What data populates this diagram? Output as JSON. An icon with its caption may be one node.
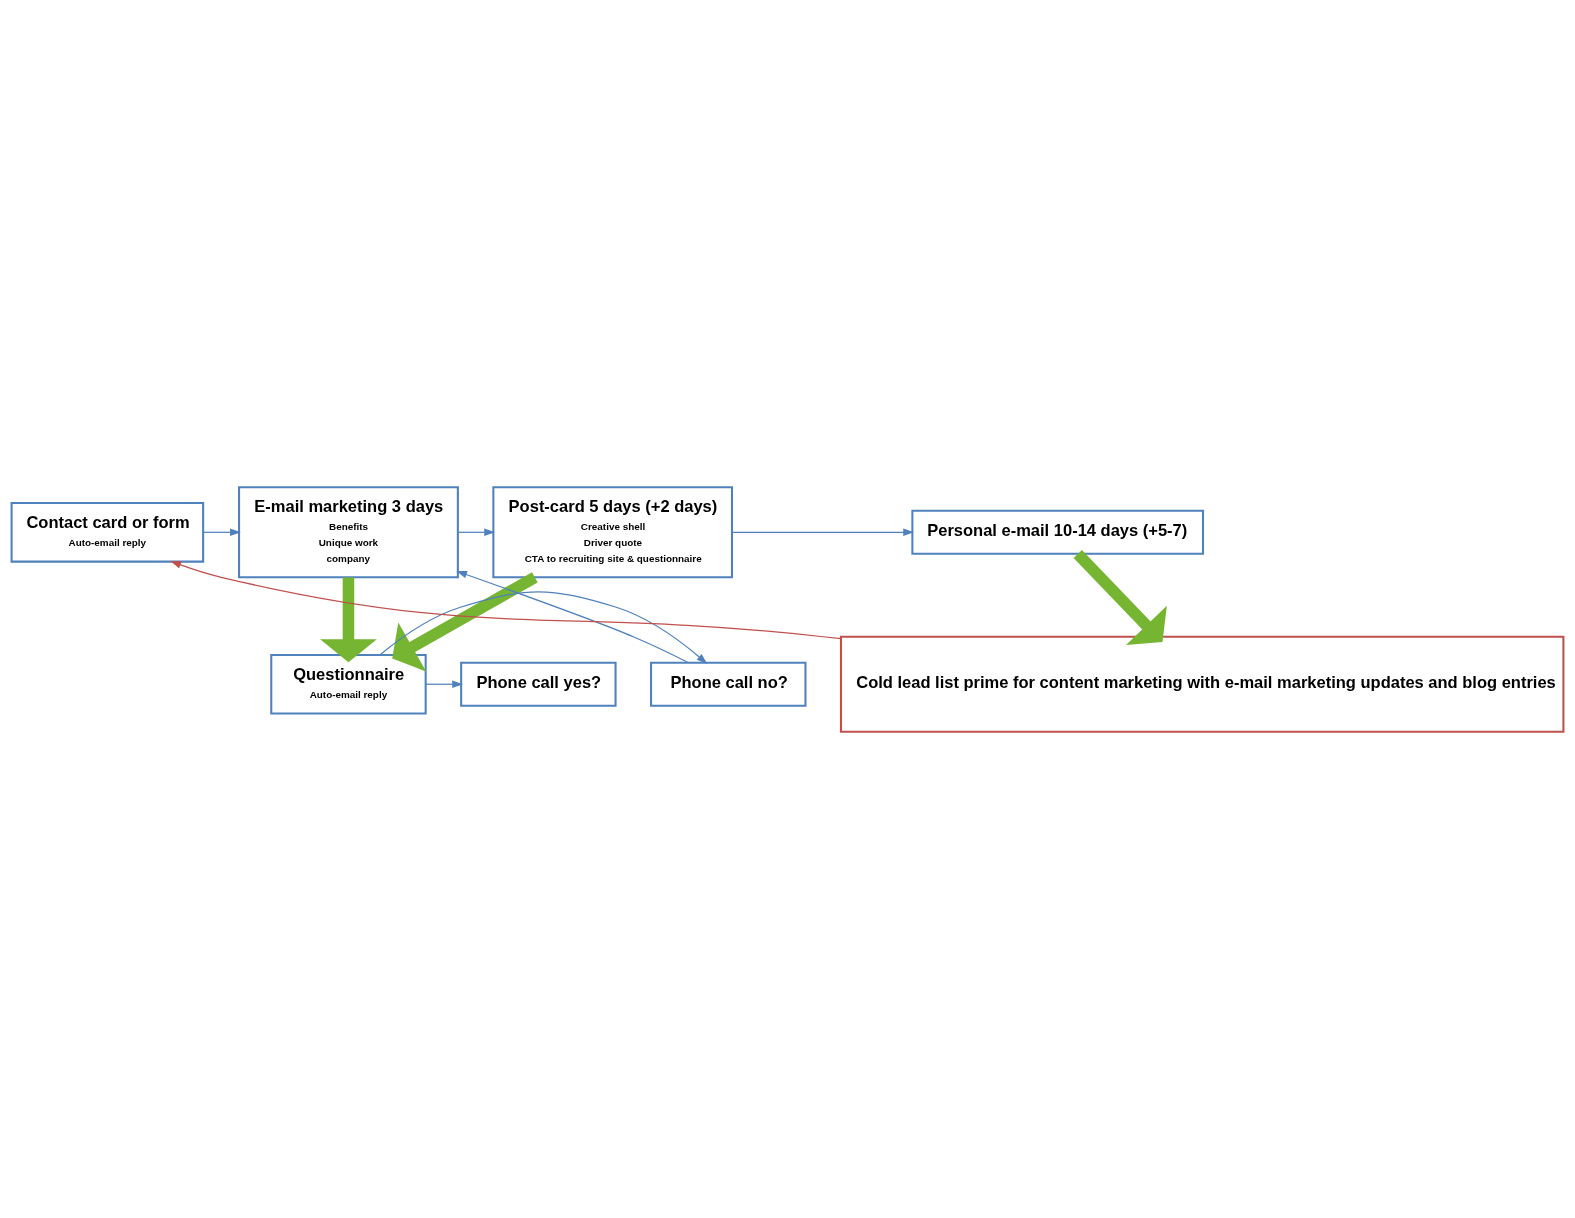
{
  "diagram": {
    "nodes": [
      {
        "text": [
          "Contact card or form",
          "Auto-email reply"
        ]
      },
      {
        "text": [
          "E-mail marketing 3 days",
          "Benefits",
          "Unique work",
          "company"
        ]
      },
      {
        "text": [
          "Post-card 5 days (+2 days)",
          "Creative shell",
          "Driver quote",
          "CTA to recruiting site & questionnaire"
        ]
      },
      {
        "text": [
          "Personal e-mail 10-14 days (+5-7)"
        ]
      },
      {
        "text": [
          "Questionnaire",
          "Auto-email reply"
        ]
      },
      {
        "text": [
          "Phone call yes?"
        ]
      },
      {
        "text": [
          "Phone call no?"
        ]
      },
      {
        "text": [
          "Cold lead list prime for content marketing with e-mail marketing updates and blog entries"
        ]
      }
    ],
    "edges": [
      {
        "from": 0,
        "to": 1,
        "arrow": "to"
      },
      {
        "from": 1,
        "to": 2,
        "arrow": "to"
      },
      {
        "from": 2,
        "to": 3,
        "arrow": "to"
      },
      {
        "from": 1,
        "to": 4,
        "arrow": "to",
        "style": "thick",
        "color": "#76b531"
      },
      {
        "from": 2,
        "to": 4,
        "arrow": "to",
        "style": "thick",
        "color": "#76b531"
      },
      {
        "from": 3,
        "to": 7,
        "arrow": "to",
        "style": "thick",
        "color": "#76b531"
      },
      {
        "from": 4,
        "to": 5,
        "arrow": "to"
      },
      {
        "from": 4,
        "to": 6,
        "arrow": "to"
      },
      {
        "from": 6,
        "to": 1,
        "arrow": "to"
      },
      {
        "from": 7,
        "to": 0,
        "arrow": "to",
        "color": "#c0504d"
      }
    ]
  }
}
